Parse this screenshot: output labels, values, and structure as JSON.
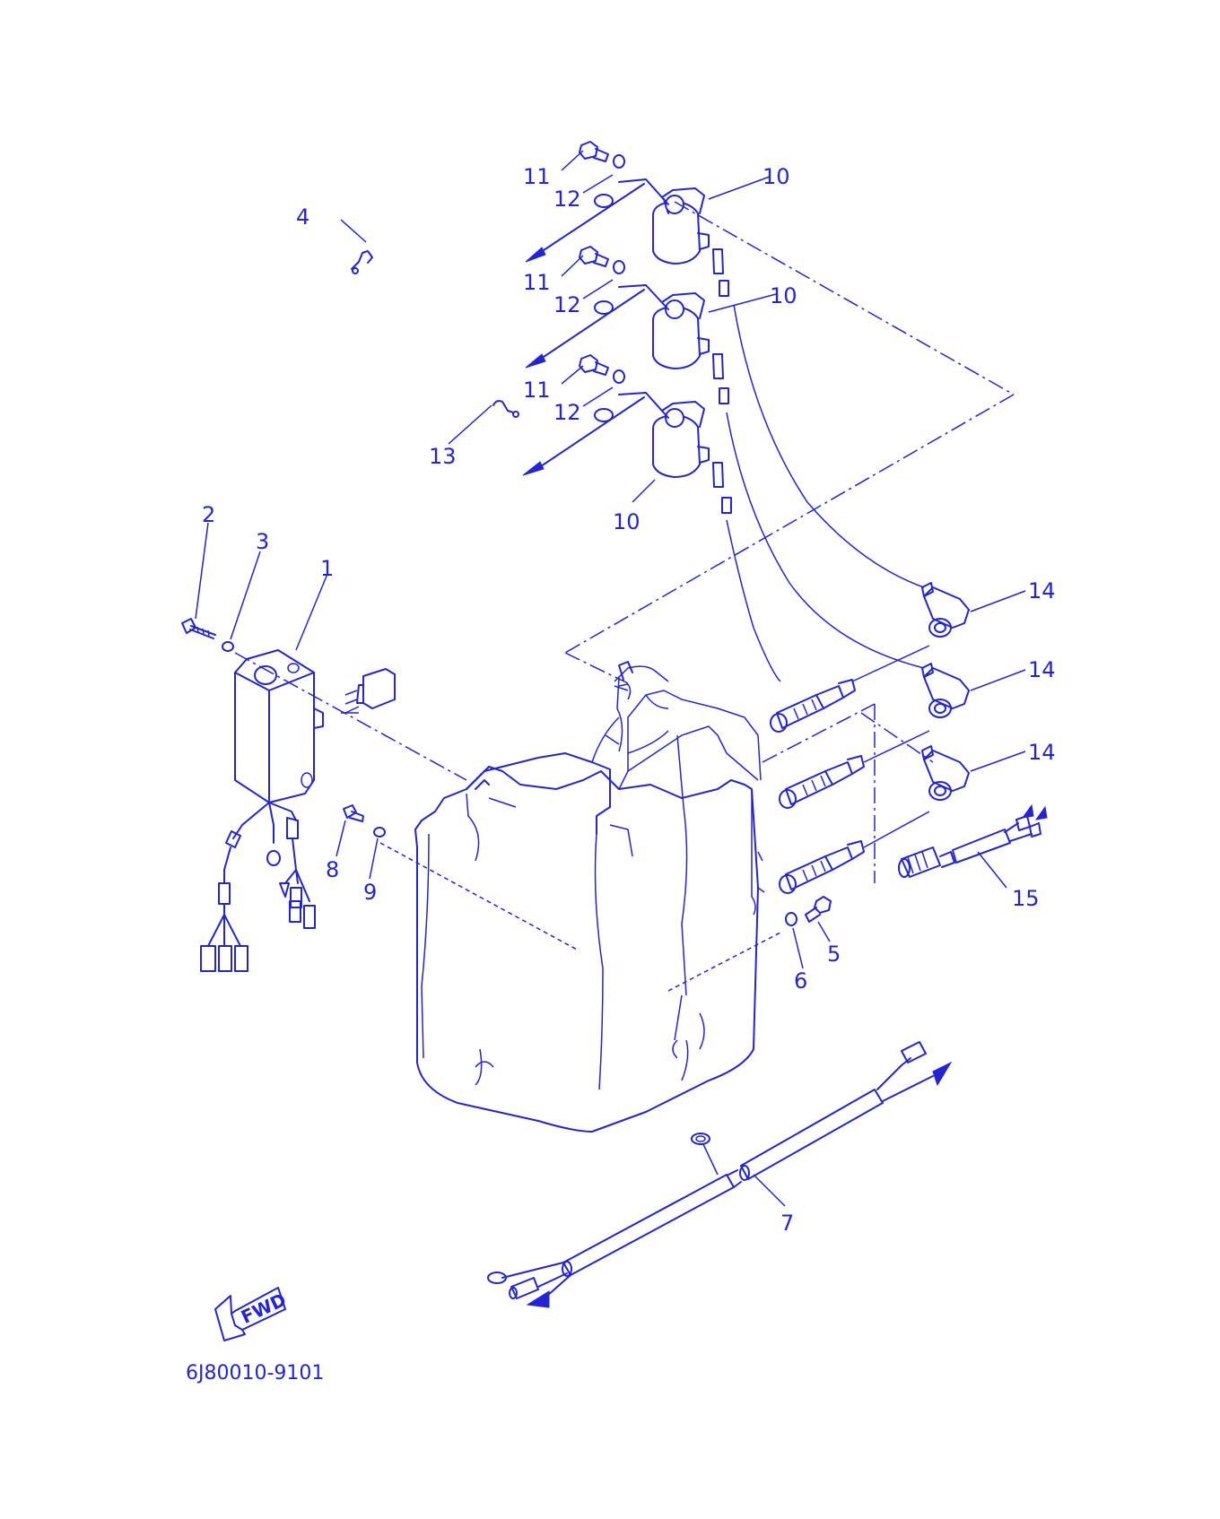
{
  "diagram": {
    "part_code": "6J80010-9101",
    "fwd_label": "FWD",
    "callouts": [
      {
        "id": "c1",
        "text": "1"
      },
      {
        "id": "c2",
        "text": "2"
      },
      {
        "id": "c3",
        "text": "3"
      },
      {
        "id": "c4",
        "text": "4"
      },
      {
        "id": "c5",
        "text": "5"
      },
      {
        "id": "c6",
        "text": "6"
      },
      {
        "id": "c7",
        "text": "7"
      },
      {
        "id": "c8",
        "text": "8"
      },
      {
        "id": "c9",
        "text": "9"
      },
      {
        "id": "c10a",
        "text": "10"
      },
      {
        "id": "c10b",
        "text": "10"
      },
      {
        "id": "c10c",
        "text": "10"
      },
      {
        "id": "c11a",
        "text": "11"
      },
      {
        "id": "c11b",
        "text": "11"
      },
      {
        "id": "c11c",
        "text": "11"
      },
      {
        "id": "c12a",
        "text": "12"
      },
      {
        "id": "c12b",
        "text": "12"
      },
      {
        "id": "c12c",
        "text": "12"
      },
      {
        "id": "c13",
        "text": "13"
      },
      {
        "id": "c14a",
        "text": "14"
      },
      {
        "id": "c14b",
        "text": "14"
      },
      {
        "id": "c14c",
        "text": "14"
      },
      {
        "id": "c15",
        "text": "15"
      }
    ],
    "line_color": "#2323d8"
  }
}
